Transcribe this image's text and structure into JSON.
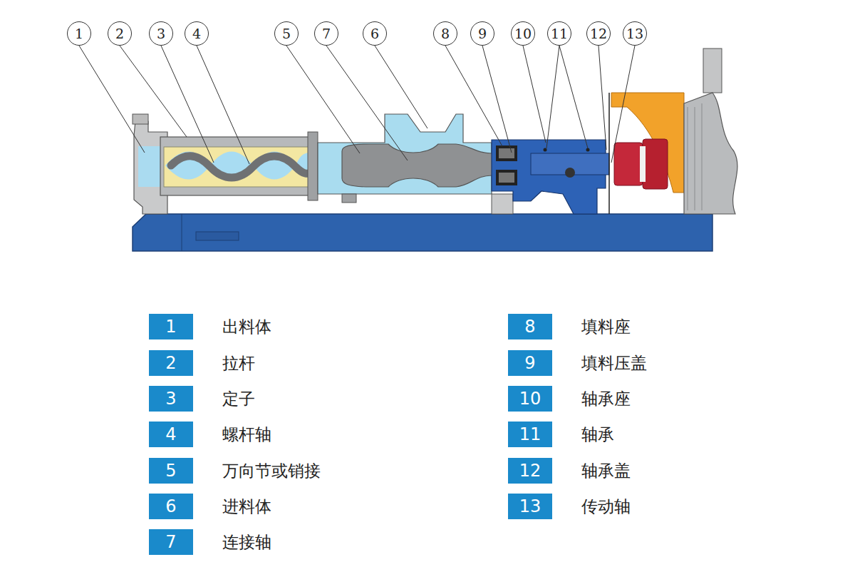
{
  "diagram": {
    "nodes": [
      {
        "text": [
          "1"
        ]
      },
      {
        "text": [
          "2"
        ]
      },
      {
        "text": [
          "3"
        ]
      },
      {
        "text": [
          "4"
        ]
      },
      {
        "text": [
          "5"
        ]
      },
      {
        "text": [
          "7"
        ]
      },
      {
        "text": [
          "6"
        ]
      },
      {
        "text": [
          "8"
        ]
      },
      {
        "text": [
          "9"
        ]
      },
      {
        "text": [
          "10"
        ]
      },
      {
        "text": [
          "11"
        ]
      },
      {
        "text": [
          "12"
        ]
      },
      {
        "text": [
          "13"
        ]
      },
      {
        "text": [
          "1",
          "出料体"
        ]
      },
      {
        "text": [
          "2",
          "拉杆"
        ]
      },
      {
        "text": [
          "3",
          "定子"
        ]
      },
      {
        "text": [
          "4",
          "螺杆轴"
        ]
      },
      {
        "text": [
          "5",
          "万向节或销接"
        ]
      },
      {
        "text": [
          "6",
          "进料体"
        ]
      },
      {
        "text": [
          "7",
          "连接轴"
        ]
      },
      {
        "text": [
          "8",
          "填料座"
        ]
      },
      {
        "text": [
          "9",
          "填料压盖"
        ]
      },
      {
        "text": [
          "10",
          "轴承座"
        ]
      },
      {
        "text": [
          "11",
          "轴承"
        ]
      },
      {
        "text": [
          "12",
          "轴承盖"
        ]
      },
      {
        "text": [
          "13",
          "传动轴"
        ]
      }
    ]
  }
}
